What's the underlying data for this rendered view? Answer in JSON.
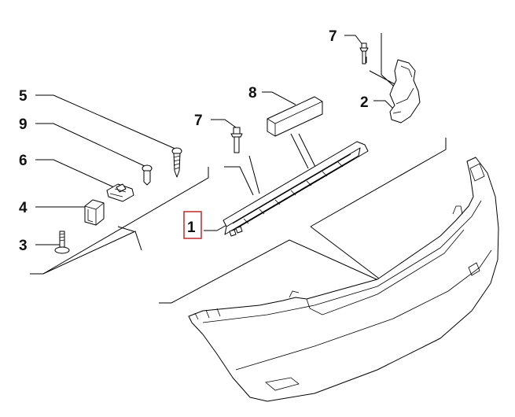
{
  "callouts": {
    "c1": "1",
    "c2": "2",
    "c3": "3",
    "c4": "4",
    "c5": "5",
    "c6": "6",
    "c7a": "7",
    "c7b": "7",
    "c8": "8",
    "c9": "9"
  },
  "colors": {
    "line": "#000000",
    "highlight": "#c0282a",
    "background": "#ffffff"
  },
  "highlighted_callout": "1"
}
